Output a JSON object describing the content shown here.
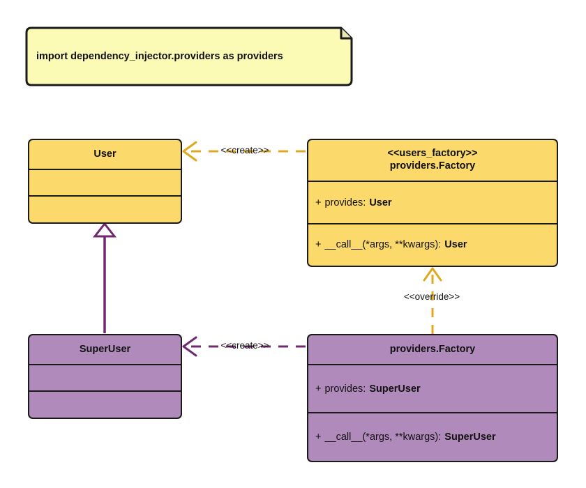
{
  "diagram": {
    "type": "uml-class-diagram",
    "title": "dependency_injector providers factory override diagram",
    "colors": {
      "class_yellow_fill": "#fbd96a",
      "class_purple_fill": "#b08aba",
      "note_fill": "#fcfbb6",
      "outline": "#1a1a1a",
      "yellow_connector": "#e0a81f",
      "purple_connector": "#72286f"
    }
  },
  "note": {
    "text": "import dependency_injector.providers as providers",
    "fill": "#fcfbb6"
  },
  "nodes": [
    {
      "id": "user",
      "stereotype": "",
      "name": "User",
      "fill": "#fbd96a",
      "compartments": [
        "",
        ""
      ]
    },
    {
      "id": "users_factory",
      "stereotype": "<<users_factory>>",
      "name": "providers.Factory",
      "fill": "#fbd96a",
      "attributes": [
        {
          "visibility": "+",
          "label": "provides:",
          "type": "User"
        }
      ],
      "methods": [
        {
          "visibility": "+",
          "label": "__call__(*args, **kwargs):",
          "type": "User"
        }
      ]
    },
    {
      "id": "superuser",
      "stereotype": "",
      "name": "SuperUser",
      "fill": "#b08aba",
      "compartments": [
        "",
        ""
      ]
    },
    {
      "id": "superuser_factory",
      "stereotype": "",
      "name": "providers.Factory",
      "fill": "#b08aba",
      "attributes": [
        {
          "visibility": "+",
          "label": "provides:",
          "type": "SuperUser"
        }
      ],
      "methods": [
        {
          "visibility": "+",
          "label": "__call__(*args, **kwargs):",
          "type": "SuperUser"
        }
      ]
    }
  ],
  "edges": [
    {
      "id": "create-user",
      "label": "<<create>>",
      "from": "users_factory",
      "to": "user",
      "style": "dashed",
      "arrow": "open",
      "color": "#e0a81f"
    },
    {
      "id": "create-superuser",
      "label": "<<create>>",
      "from": "superuser_factory",
      "to": "superuser",
      "style": "dashed",
      "arrow": "open",
      "color": "#72286f"
    },
    {
      "id": "override",
      "label": "<<override>>",
      "from": "superuser_factory",
      "to": "users_factory",
      "style": "dashed",
      "arrow": "open",
      "color": "#e0a81f"
    },
    {
      "id": "inheritance",
      "label": "",
      "from": "superuser",
      "to": "user",
      "style": "solid",
      "arrow": "hollow-triangle",
      "color": "#72286f"
    }
  ]
}
